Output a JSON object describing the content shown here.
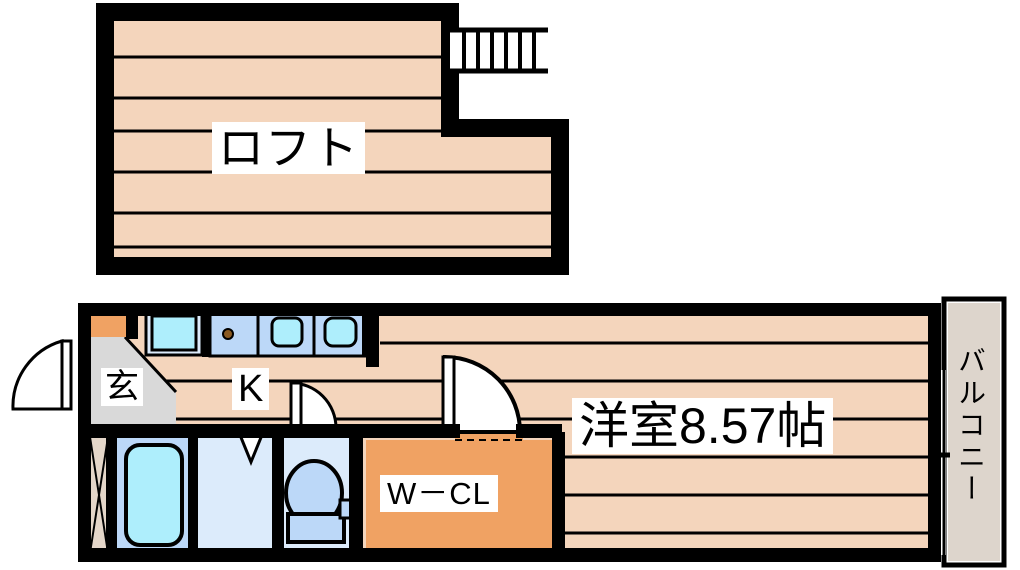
{
  "plan": {
    "title": "apartment-floor-plan",
    "colors": {
      "wall": "#000000",
      "floor": "#f4d5bc",
      "closet": "#f0a263",
      "entry_tile": "#d9d9d9",
      "fixture_light": "#dcebfb",
      "fixture_mid": "#bcd8f8",
      "fixture_water": "#aeeefc",
      "balcony": "#ddd5cc",
      "white": "#ffffff",
      "shoebox": "#f0a263"
    },
    "labels": {
      "loft": "ロフト",
      "genkan": "玄",
      "kitchen": "K",
      "walk_in_closet": "W－CL",
      "main_room": "洋室8.57帖",
      "balcony": "バルコニー"
    },
    "rooms": [
      {
        "name": "loft",
        "label": "ロフト",
        "level": "upper"
      },
      {
        "name": "entrance",
        "label": "玄",
        "level": "ground"
      },
      {
        "name": "kitchen",
        "label": "K",
        "level": "ground"
      },
      {
        "name": "bathroom",
        "label": "",
        "level": "ground"
      },
      {
        "name": "washroom",
        "label": "",
        "level": "ground"
      },
      {
        "name": "toilet",
        "label": "",
        "level": "ground"
      },
      {
        "name": "walk-in-closet",
        "label": "W－CL",
        "level": "ground"
      },
      {
        "name": "main-room",
        "label": "洋室8.57帖",
        "level": "ground"
      },
      {
        "name": "balcony",
        "label": "バルコニー",
        "level": "ground"
      }
    ],
    "area": {
      "main_room_jo": "8.57",
      "unit": "帖"
    },
    "fixtures": [
      {
        "name": "bathtub"
      },
      {
        "name": "kitchen-sink"
      },
      {
        "name": "stove-burner"
      },
      {
        "name": "toilet"
      },
      {
        "name": "shoe-box"
      },
      {
        "name": "loft-ladder"
      },
      {
        "name": "entrance-door"
      },
      {
        "name": "washroom-door"
      },
      {
        "name": "room-door"
      },
      {
        "name": "balcony-sliding-door"
      }
    ]
  }
}
